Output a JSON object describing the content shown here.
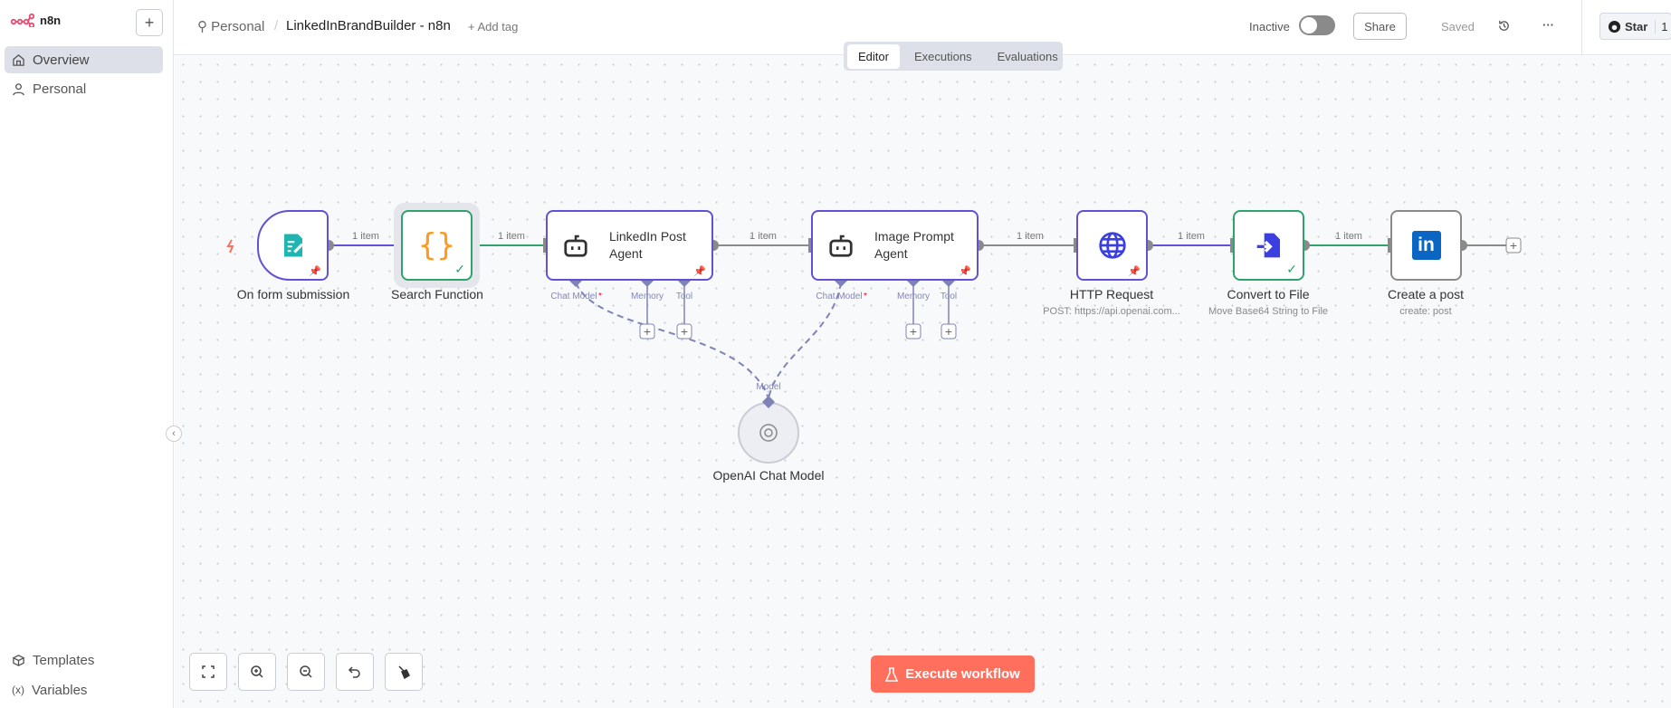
{
  "app": {
    "logo": "n8n"
  },
  "sidebar": {
    "items": [
      {
        "label": "Overview",
        "icon": "home-icon",
        "active": true
      },
      {
        "label": "Personal",
        "icon": "user-icon"
      }
    ],
    "bottom": [
      {
        "label": "Templates",
        "icon": "box-icon"
      },
      {
        "label": "Variables",
        "icon": "variable-icon"
      }
    ]
  },
  "header": {
    "breadcrumb_parent": "Personal",
    "workflow_name": "LinkedInBrandBuilder - n8n",
    "add_tag": "+ Add tag",
    "status": "Inactive",
    "active": false,
    "share": "Share",
    "saved": "Saved",
    "more": "···",
    "star": "Star",
    "star_count": "1"
  },
  "tabs": [
    {
      "label": "Editor",
      "active": true
    },
    {
      "label": "Executions"
    },
    {
      "label": "Evaluations"
    }
  ],
  "nodes": [
    {
      "label": "On form submission",
      "icon": "form-icon",
      "pinned": true
    },
    {
      "label": "Search Function",
      "icon": "code-braces-icon",
      "success": true
    },
    {
      "label": "LinkedIn Post Agent",
      "icon": "robot-icon",
      "pinned": true,
      "inputs": [
        "Chat Model",
        "Memory",
        "Tool"
      ]
    },
    {
      "label": "Image Prompt Agent",
      "icon": "robot-icon",
      "pinned": true,
      "inputs": [
        "Chat Model",
        "Memory",
        "Tool"
      ]
    },
    {
      "label": "HTTP Request",
      "subtitle": "POST: https://api.openai.com...",
      "icon": "globe-icon",
      "pinned": true
    },
    {
      "label": "Convert to File",
      "subtitle": "Move Base64 String to File",
      "icon": "file-convert-icon",
      "success": true
    },
    {
      "label": "Create a post",
      "subtitle": "create: post",
      "icon": "linkedin-icon"
    },
    {
      "label": "OpenAI Chat Model",
      "icon": "openai-icon",
      "port": "Model"
    }
  ],
  "edges": {
    "item_label": "1 item",
    "required_marker": "*"
  },
  "controls": {
    "execute": "Execute workflow"
  },
  "colors": {
    "accent": "#ff6f5c",
    "pinned": "#6250d6",
    "success": "#2ea36b",
    "idle": "#8a8a8a",
    "sub": "#8285b8"
  }
}
